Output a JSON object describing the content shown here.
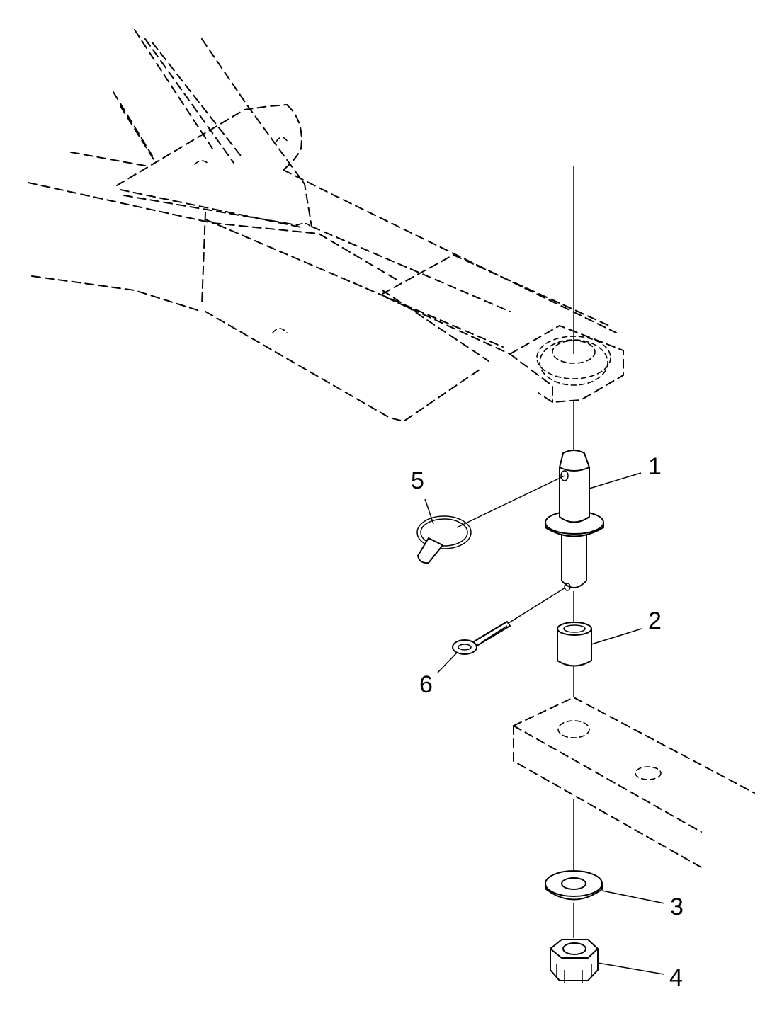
{
  "diagram": {
    "callouts": [
      {
        "id": "1",
        "label": "1"
      },
      {
        "id": "2",
        "label": "2"
      },
      {
        "id": "3",
        "label": "3"
      },
      {
        "id": "4",
        "label": "4"
      },
      {
        "id": "5",
        "label": "5"
      },
      {
        "id": "6",
        "label": "6"
      }
    ],
    "colors": {
      "line": "#000000",
      "background": "#ffffff"
    }
  }
}
